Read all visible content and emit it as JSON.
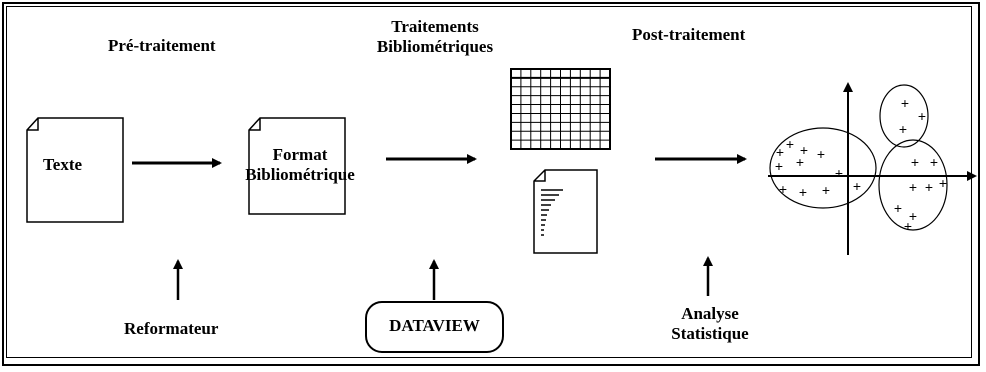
{
  "stages": {
    "pre": "Pré-traitement",
    "biblio_line1": "Traitements",
    "biblio_line2": "Bibliométriques",
    "post": "Post-traitement"
  },
  "documents": {
    "texte": "Texte",
    "format_line1": "Format",
    "format_line2": "Bibliométrique"
  },
  "tools": {
    "reformateur": "Reformateur",
    "dataview": "DATAVIEW",
    "analyse_line1": "Analyse",
    "analyse_line2": "Statistique"
  },
  "plot_marker": "+"
}
